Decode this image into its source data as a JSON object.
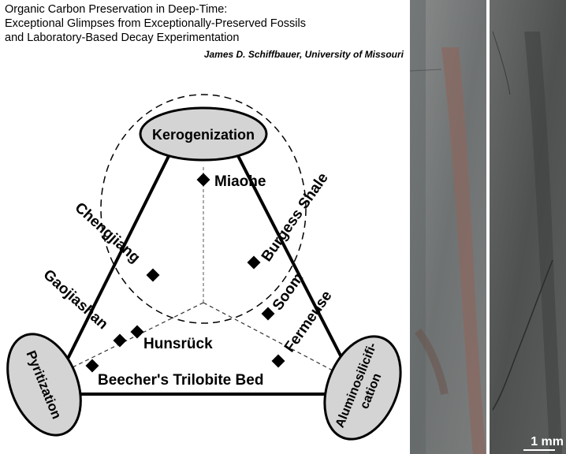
{
  "header": {
    "title_lines": [
      "Organic Carbon Preservation in Deep-Time:",
      "Exceptional Glimpses from Exceptionally-Preserved Fossils",
      "and Laboratory-Based Decay Experimentation"
    ],
    "author": "James D. Schiffbauer, University of Missouri"
  },
  "diagram": {
    "vertices": {
      "top": "Kerogenization",
      "left": "Pyritization",
      "right": "Aluminosilicification"
    },
    "right_label_lines": [
      "Aluminosilicifi-",
      "cation"
    ],
    "localities": [
      "Miaohe",
      "Chengjiang",
      "Burgess Shale",
      "Gaojiashan",
      "Soom",
      "Hunsrück",
      "Fermeuse",
      "Beecher's Trilobite Bed"
    ]
  },
  "photos": {
    "scale_label": "1 mm",
    "colors": {
      "left_base": "#7d7f7f",
      "left_tint": "#8a6860",
      "right_base": "#5b5d5d"
    }
  }
}
